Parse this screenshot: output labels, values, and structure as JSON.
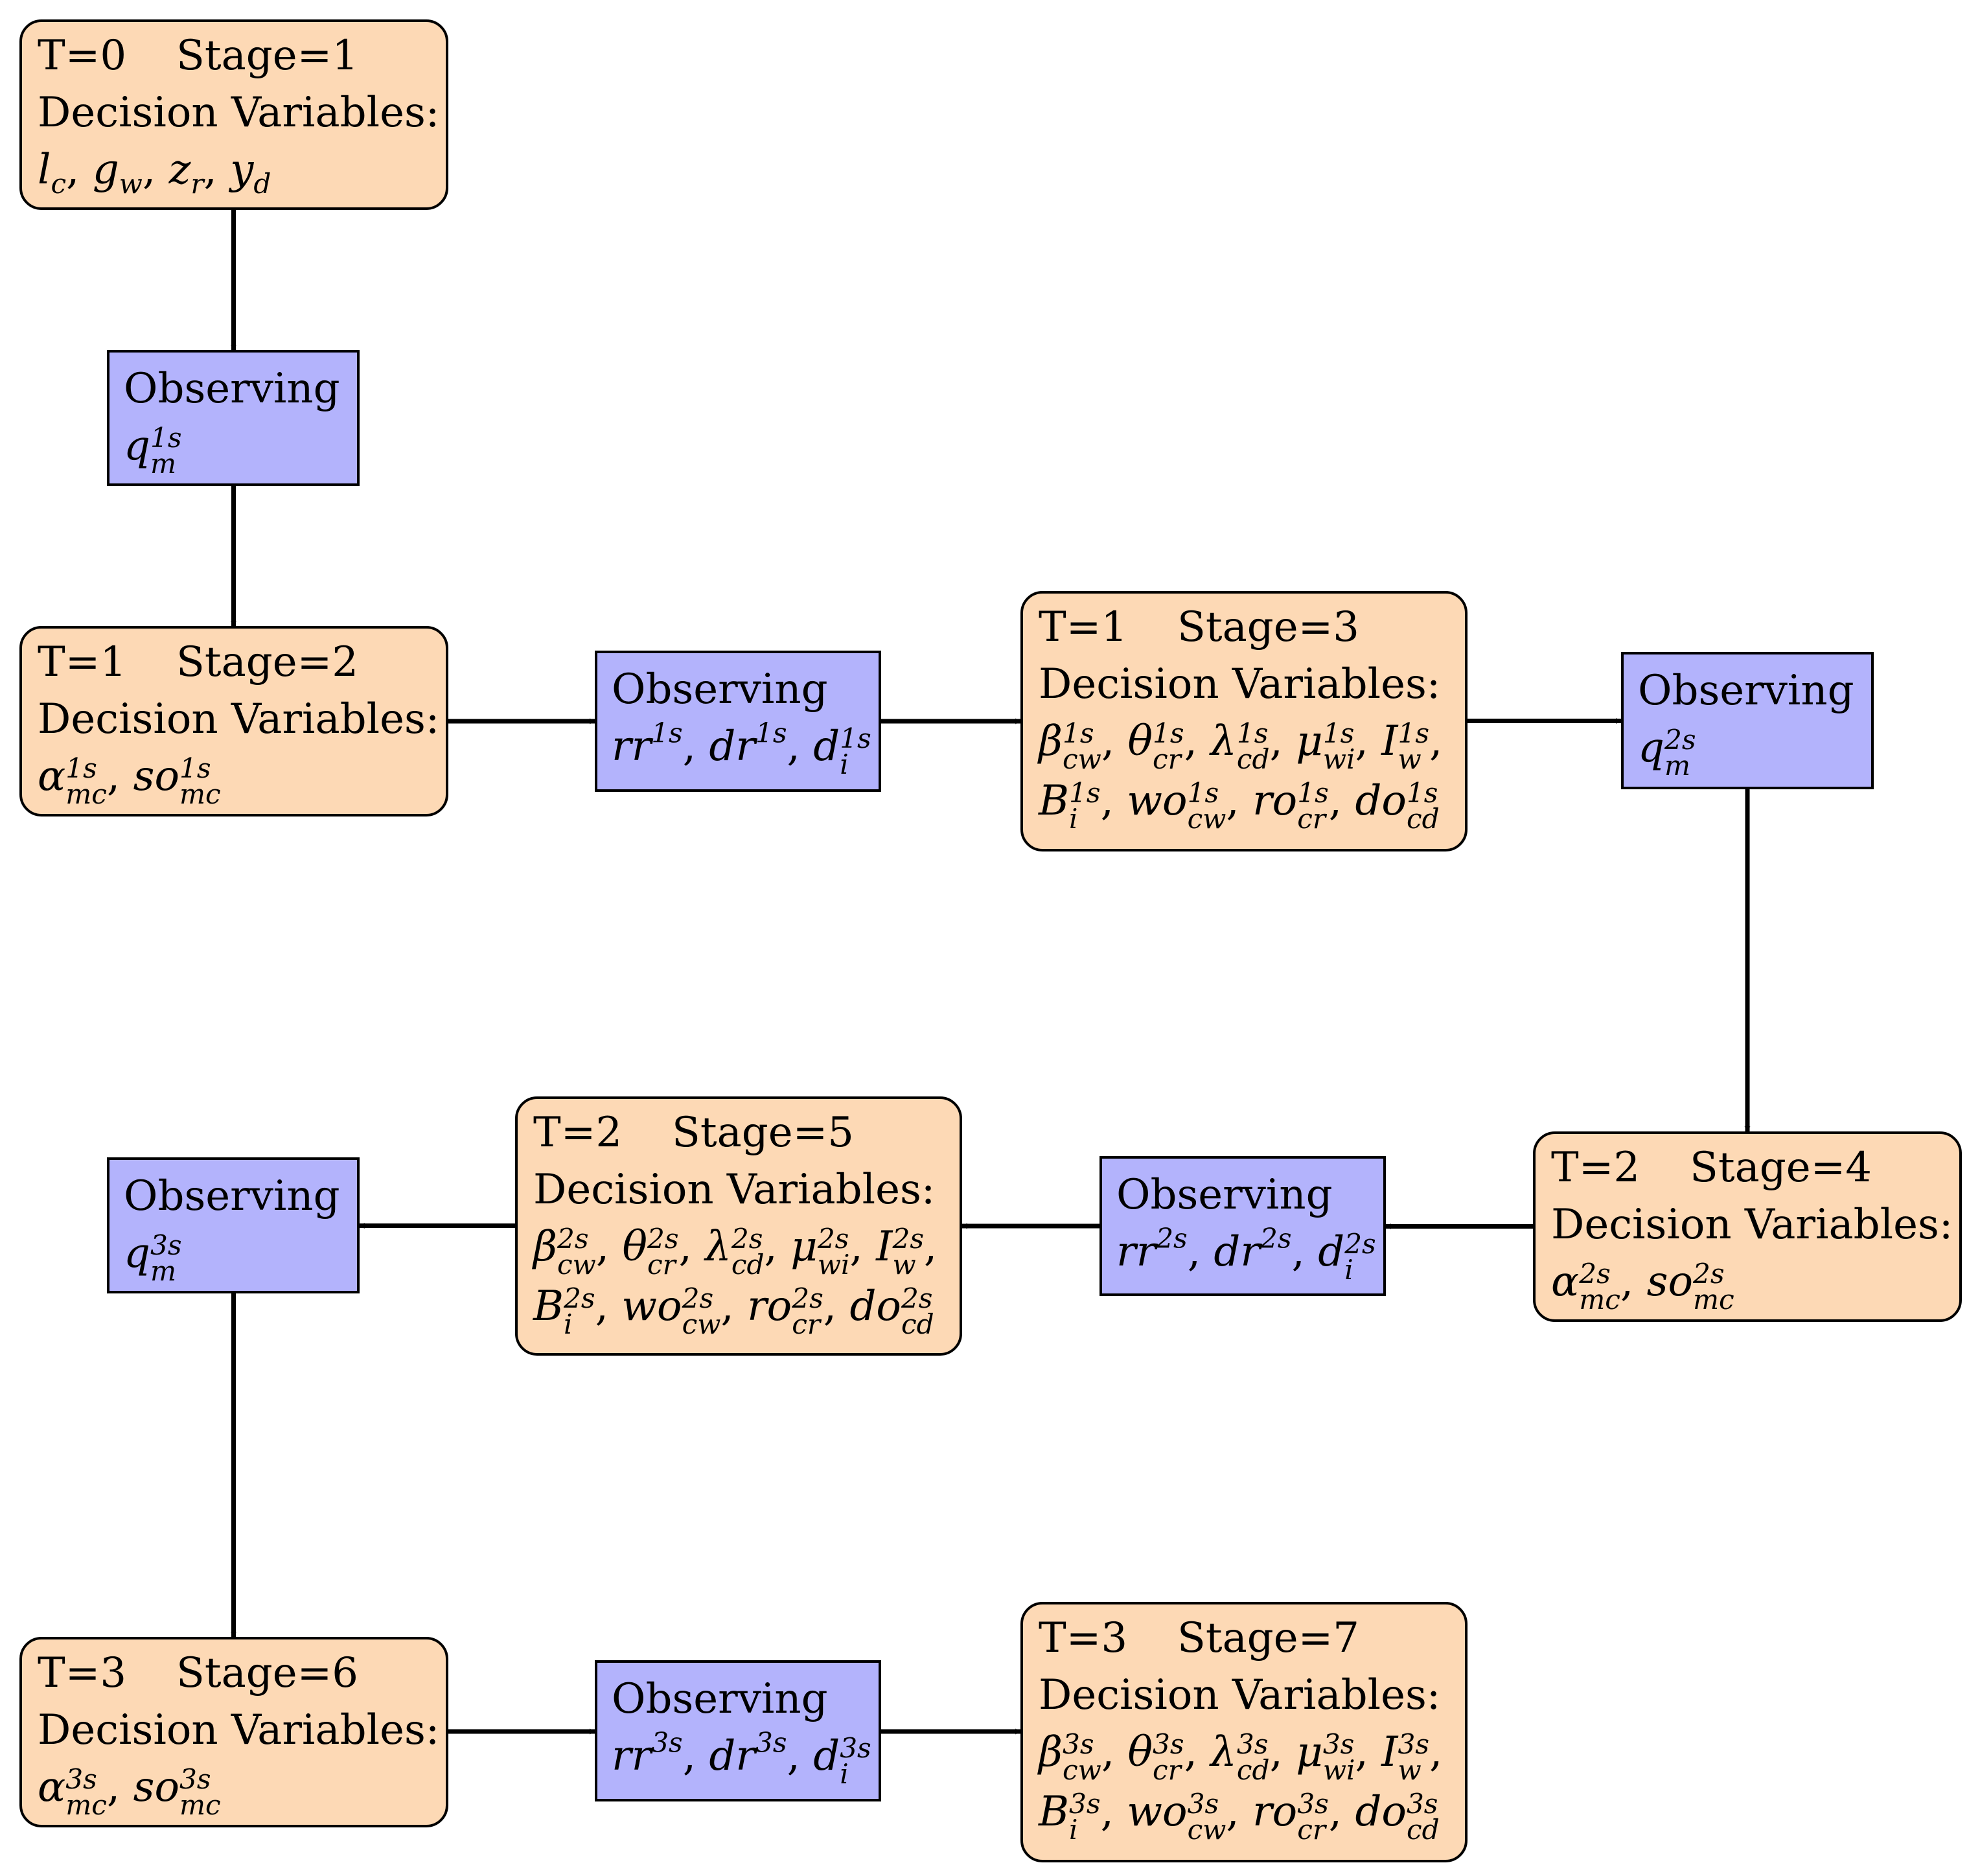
{
  "colors": {
    "decision_fill": "#fdd9b5",
    "observe_fill": "#b3b3fc",
    "stroke": "#000000"
  },
  "labels": {
    "decision": "Decision Variables:",
    "observe": "Observing"
  },
  "nodes": {
    "n1": {
      "t": "T=0",
      "stage": "Stage=1",
      "lines": [
        [
          {
            "b": "l",
            "sub": "c"
          },
          {
            "p": ", "
          },
          {
            "b": "g",
            "sub": "w"
          },
          {
            "p": ", "
          },
          {
            "b": "z",
            "sub": "r"
          },
          {
            "p": ", "
          },
          {
            "b": "y",
            "sub": "d"
          }
        ]
      ]
    },
    "o1": {
      "lines": [
        [
          {
            "b": "q",
            "sup": "1s",
            "sub": "m"
          }
        ]
      ]
    },
    "n2": {
      "t": "T=1",
      "stage": "Stage=2",
      "lines": [
        [
          {
            "b": "α",
            "sup": "1s",
            "sub": "mc"
          },
          {
            "p": ", "
          },
          {
            "b": "so",
            "sup": "1s",
            "sub": "mc"
          }
        ]
      ]
    },
    "o2": {
      "lines": [
        [
          {
            "b": "rr",
            "sup": "1s"
          },
          {
            "p": ", "
          },
          {
            "b": "dr",
            "sup": "1s"
          },
          {
            "p": ", "
          },
          {
            "b": "d",
            "sup": "1s",
            "sub": "i"
          }
        ]
      ]
    },
    "n3": {
      "t": "T=1",
      "stage": "Stage=3",
      "lines": [
        [
          {
            "b": "β",
            "sup": "1s",
            "sub": "cw"
          },
          {
            "p": ", "
          },
          {
            "b": "θ",
            "sup": "1s",
            "sub": "cr"
          },
          {
            "p": ", "
          },
          {
            "b": "λ",
            "sup": "1s",
            "sub": "cd"
          },
          {
            "p": ", "
          },
          {
            "b": "μ",
            "sup": "1s",
            "sub": "wi"
          },
          {
            "p": ", "
          },
          {
            "b": "I",
            "sup": "1s",
            "sub": "w"
          },
          {
            "p": ","
          }
        ],
        [
          {
            "b": "B",
            "sup": "1s",
            "sub": "i"
          },
          {
            "p": ", "
          },
          {
            "b": "wo",
            "sup": "1s",
            "sub": "cw"
          },
          {
            "p": ", "
          },
          {
            "b": "ro",
            "sup": "1s",
            "sub": "cr"
          },
          {
            "p": ", "
          },
          {
            "b": "do",
            "sup": "1s",
            "sub": "cd"
          }
        ]
      ]
    },
    "o3": {
      "lines": [
        [
          {
            "b": "q",
            "sup": "2s",
            "sub": "m"
          }
        ]
      ]
    },
    "n4": {
      "t": "T=2",
      "stage": "Stage=4",
      "lines": [
        [
          {
            "b": "α",
            "sup": "2s",
            "sub": "mc"
          },
          {
            "p": ", "
          },
          {
            "b": "so",
            "sup": "2s",
            "sub": "mc"
          }
        ]
      ]
    },
    "o4": {
      "lines": [
        [
          {
            "b": "rr",
            "sup": "2s"
          },
          {
            "p": ", "
          },
          {
            "b": "dr",
            "sup": "2s"
          },
          {
            "p": ", "
          },
          {
            "b": "d",
            "sup": "2s",
            "sub": "i"
          }
        ]
      ]
    },
    "n5": {
      "t": "T=2",
      "stage": "Stage=5",
      "lines": [
        [
          {
            "b": "β",
            "sup": "2s",
            "sub": "cw"
          },
          {
            "p": ", "
          },
          {
            "b": "θ",
            "sup": "2s",
            "sub": "cr"
          },
          {
            "p": ", "
          },
          {
            "b": "λ",
            "sup": "2s",
            "sub": "cd"
          },
          {
            "p": ", "
          },
          {
            "b": "μ",
            "sup": "2s",
            "sub": "wi"
          },
          {
            "p": ", "
          },
          {
            "b": "I",
            "sup": "2s",
            "sub": "w"
          },
          {
            "p": ","
          }
        ],
        [
          {
            "b": "B",
            "sup": "2s",
            "sub": "i"
          },
          {
            "p": ", "
          },
          {
            "b": "wo",
            "sup": "2s",
            "sub": "cw"
          },
          {
            "p": ", "
          },
          {
            "b": "ro",
            "sup": "2s",
            "sub": "cr"
          },
          {
            "p": ", "
          },
          {
            "b": "do",
            "sup": "2s",
            "sub": "cd"
          }
        ]
      ]
    },
    "o5": {
      "lines": [
        [
          {
            "b": "q",
            "sup": "3s",
            "sub": "m"
          }
        ]
      ]
    },
    "n6": {
      "t": "T=3",
      "stage": "Stage=6",
      "lines": [
        [
          {
            "b": "α",
            "sup": "3s",
            "sub": "mc"
          },
          {
            "p": ", "
          },
          {
            "b": "so",
            "sup": "3s",
            "sub": "mc"
          }
        ]
      ]
    },
    "o6": {
      "lines": [
        [
          {
            "b": "rr",
            "sup": "3s"
          },
          {
            "p": ", "
          },
          {
            "b": "dr",
            "sup": "3s"
          },
          {
            "p": ", "
          },
          {
            "b": "d",
            "sup": "3s",
            "sub": "i"
          }
        ]
      ]
    },
    "n7": {
      "t": "T=3",
      "stage": "Stage=7",
      "lines": [
        [
          {
            "b": "β",
            "sup": "3s",
            "sub": "cw"
          },
          {
            "p": ", "
          },
          {
            "b": "θ",
            "sup": "3s",
            "sub": "cr"
          },
          {
            "p": ", "
          },
          {
            "b": "λ",
            "sup": "3s",
            "sub": "cd"
          },
          {
            "p": ", "
          },
          {
            "b": "μ",
            "sup": "3s",
            "sub": "wi"
          },
          {
            "p": ", "
          },
          {
            "b": "I",
            "sup": "3s",
            "sub": "w"
          },
          {
            "p": ","
          }
        ],
        [
          {
            "b": "B",
            "sup": "3s",
            "sub": "i"
          },
          {
            "p": ", "
          },
          {
            "b": "wo",
            "sup": "3s",
            "sub": "cw"
          },
          {
            "p": ", "
          },
          {
            "b": "ro",
            "sup": "3s",
            "sub": "cr"
          },
          {
            "p": ", "
          },
          {
            "b": "do",
            "sup": "3s",
            "sub": "cd"
          }
        ]
      ]
    }
  },
  "edges": [
    {
      "from": "n1",
      "to": "o1"
    },
    {
      "from": "o1",
      "to": "n2"
    },
    {
      "from": "n2",
      "to": "o2"
    },
    {
      "from": "o2",
      "to": "n3"
    },
    {
      "from": "n3",
      "to": "o3"
    },
    {
      "from": "o3",
      "to": "n4"
    },
    {
      "from": "n4",
      "to": "o4"
    },
    {
      "from": "o4",
      "to": "n5"
    },
    {
      "from": "n5",
      "to": "o5"
    },
    {
      "from": "o5",
      "to": "n6"
    },
    {
      "from": "n6",
      "to": "o6"
    },
    {
      "from": "o6",
      "to": "n7"
    }
  ]
}
